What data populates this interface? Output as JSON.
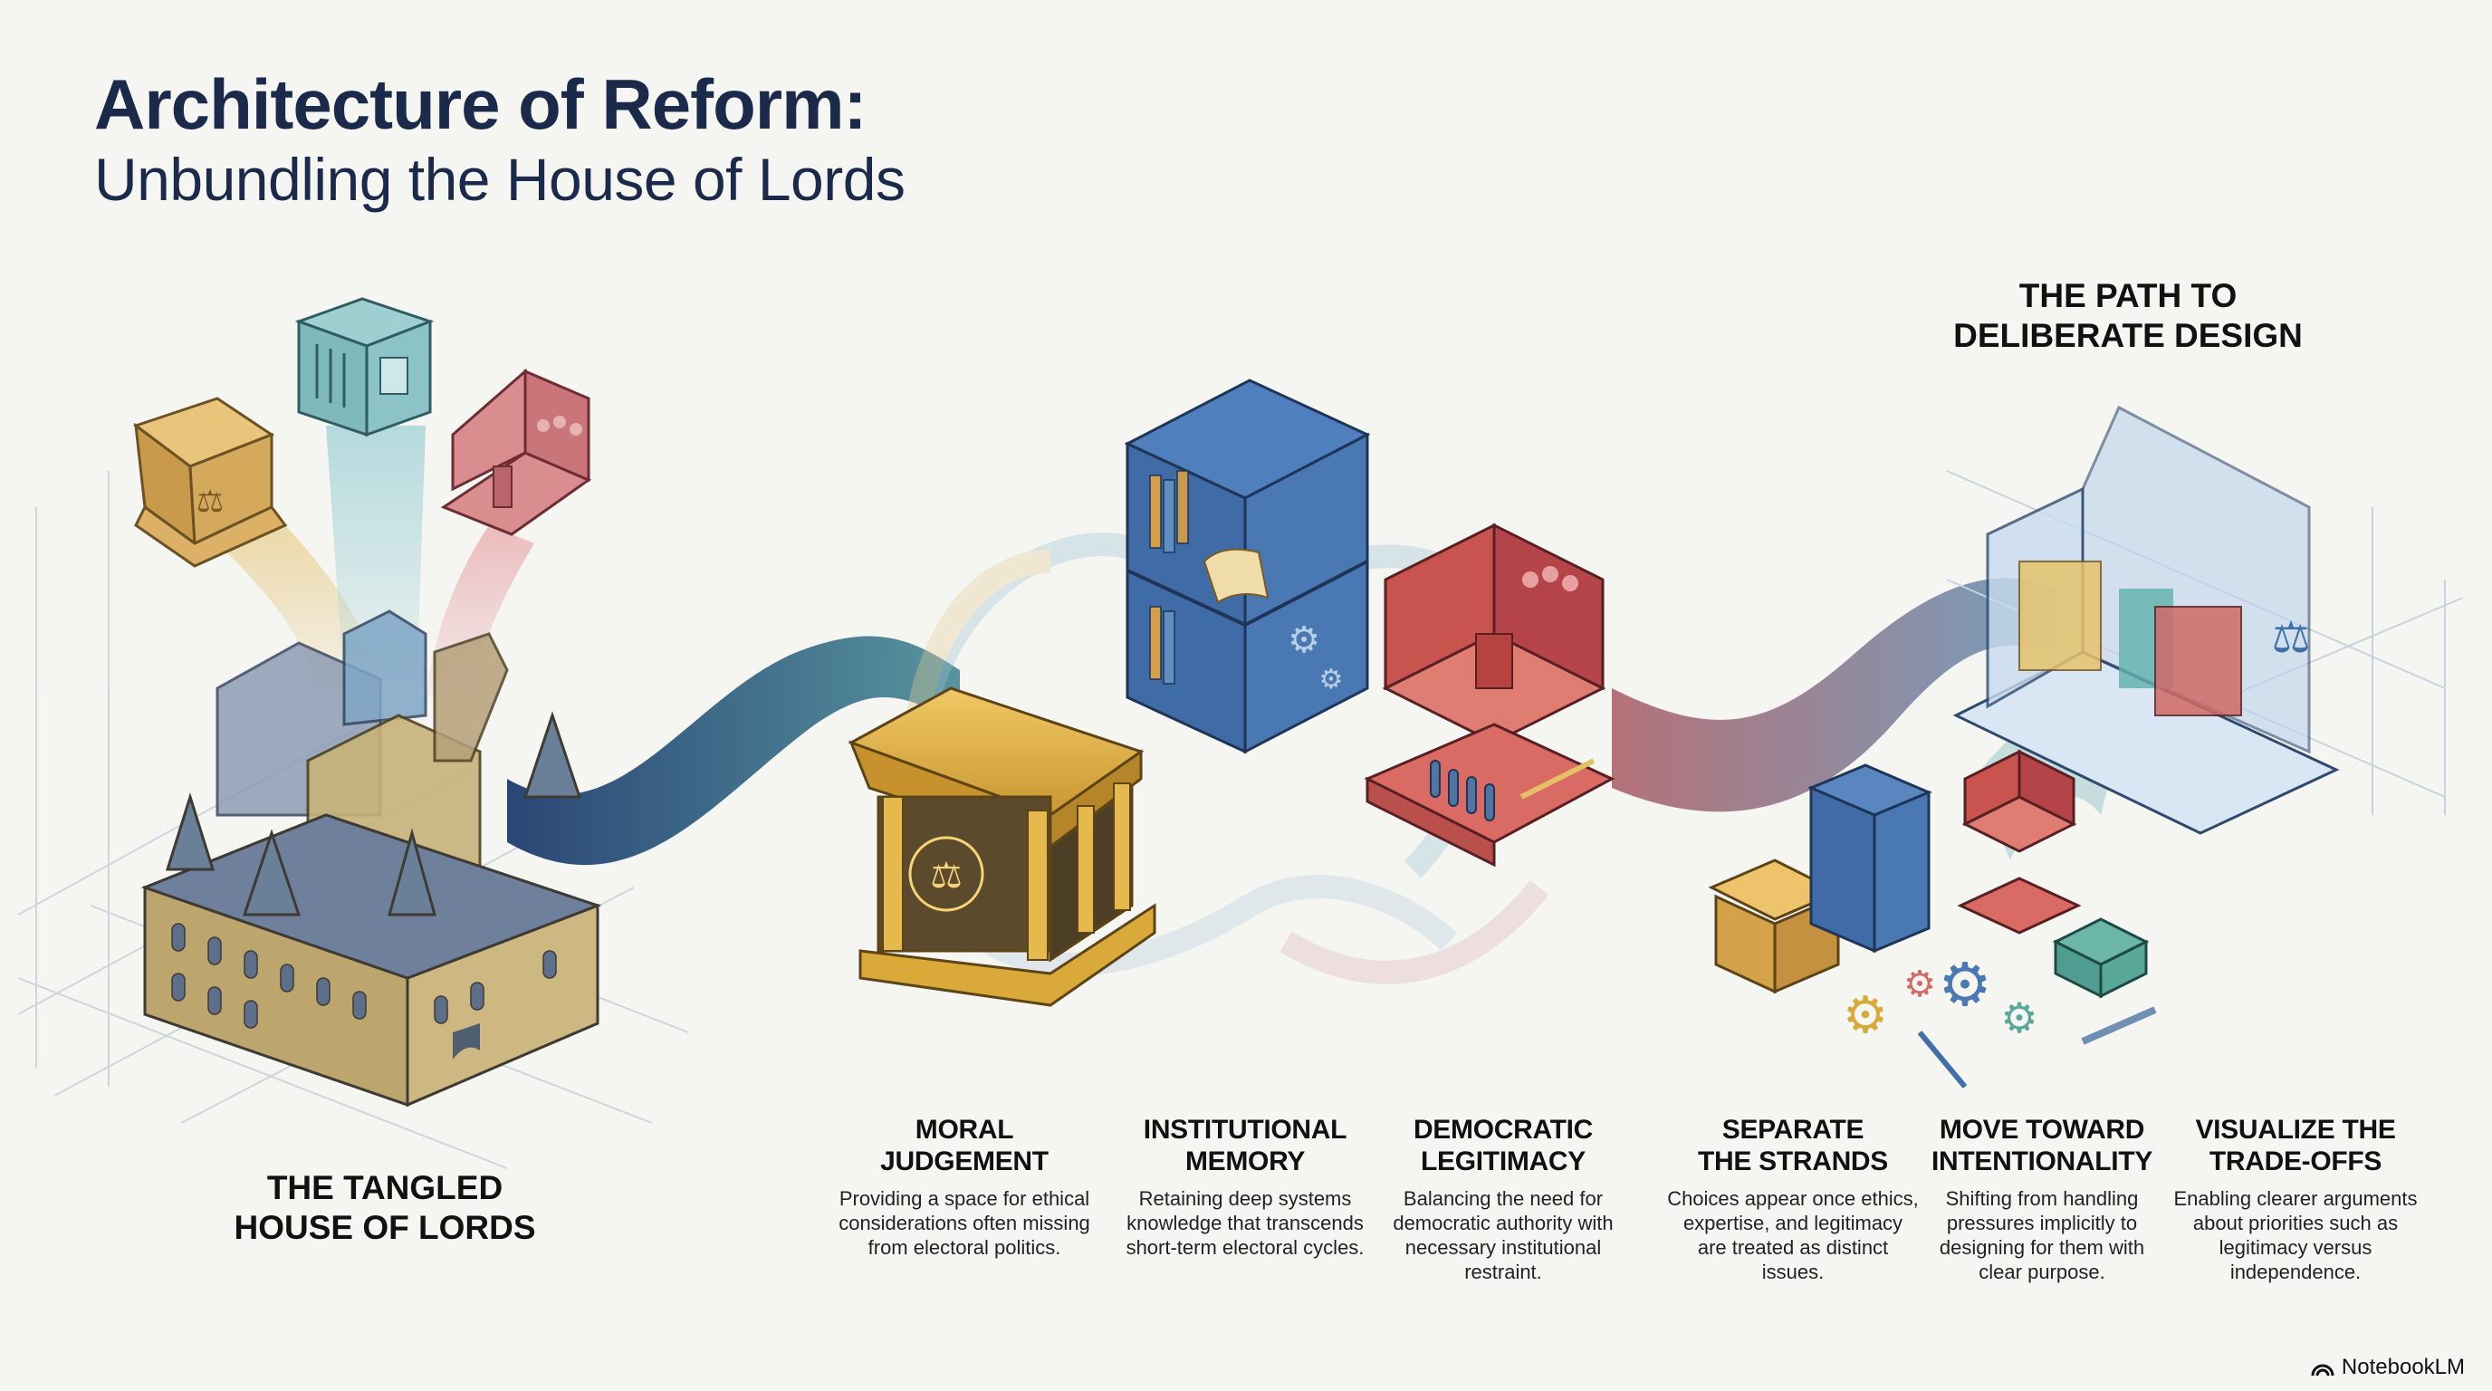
{
  "header": {
    "title": "Architecture of Reform:",
    "subtitle": "Unbundling the House of Lords"
  },
  "stages": {
    "start": "THE TANGLED HOUSE OF LORDS",
    "end": "THE PATH TO DELIBERATE DESIGN"
  },
  "strands": [
    {
      "title_line1": "MORAL",
      "title_line2": "JUDGEMENT",
      "description": "Providing a space for ethical considerations often missing from electoral politics.",
      "icon": "temple-scales-icon",
      "color": "#d9a93a"
    },
    {
      "title_line1": "INSTITUTIONAL",
      "title_line2": "MEMORY",
      "description": "Retaining deep systems knowledge that transcends short-term electoral cycles.",
      "icon": "bookshelf-scroll-icon",
      "color": "#3f6fa8"
    },
    {
      "title_line1": "DEMOCRATIC",
      "title_line2": "LEGITIMACY",
      "description": "Balancing the need for democratic authority with necessary institutional restraint.",
      "icon": "podium-people-icon",
      "color": "#c9544f"
    }
  ],
  "path_steps": [
    {
      "title_line1": "SEPARATE",
      "title_line2": "THE STRANDS",
      "description": "Choices appear once ethics, expertise, and legitimacy are treated as distinct issues."
    },
    {
      "title_line1": "MOVE TOWARD",
      "title_line2": "INTENTIONALITY",
      "description": "Shifting from handling pressures implicitly to designing for them with clear purpose."
    },
    {
      "title_line1": "VISUALIZE THE",
      "title_line2": "TRADE-OFFS",
      "description": "Enabling clearer arguments about priorities such as legitimacy versus independence."
    }
  ],
  "palette": {
    "navy": "#1b2a4a",
    "gold": "#d9a93a",
    "teal": "#5aa3a3",
    "blue": "#3f6fa8",
    "red": "#c9544f",
    "glass": "#bcd3ea"
  },
  "branding": {
    "label": "NotebookLM",
    "icon": "notebooklm-logo-icon"
  }
}
